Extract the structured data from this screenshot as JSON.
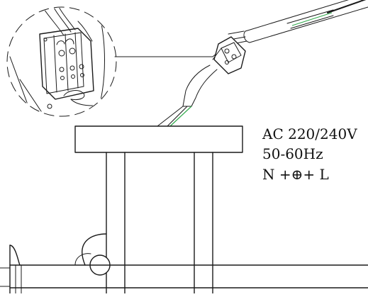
{
  "spec": {
    "power_line": "AC 220/240V",
    "frequency": "50-60Hz",
    "terminals": "N +⊕+ L"
  },
  "colors": {
    "ground_wire": "#2fa84a",
    "ink": "#1a1a1a"
  }
}
